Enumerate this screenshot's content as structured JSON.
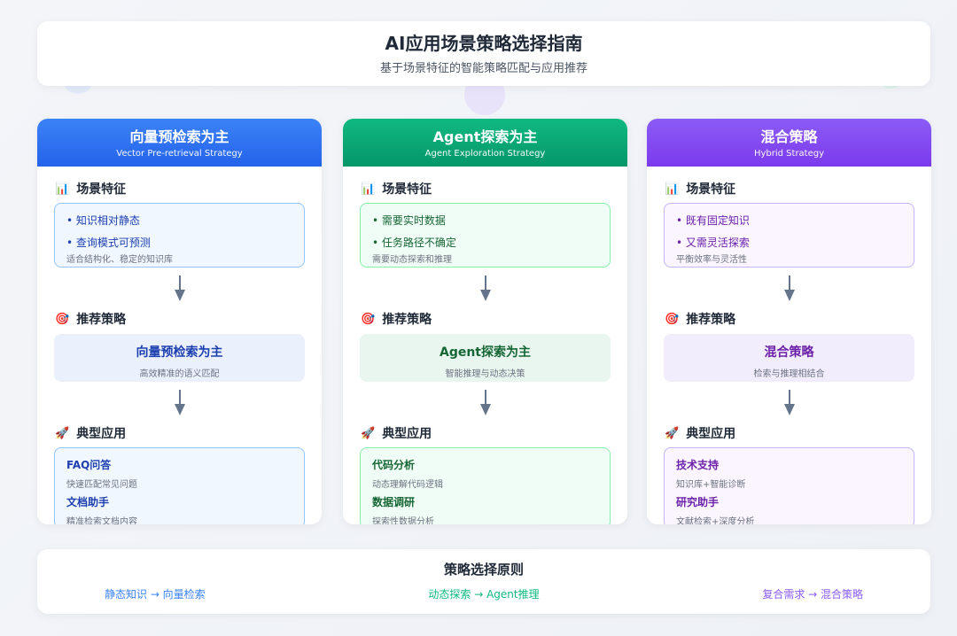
{
  "header": {
    "title": "AI应用场景策略选择指南",
    "subtitle": "基于场景特征的智能策略匹配与应用推荐"
  },
  "columns": [
    {
      "key": "vector",
      "title": "向量预检索为主",
      "subtitle": "Vector Pre-retrieval Strategy",
      "colors": {
        "head1": "#3b82f6",
        "head2": "#2563eb",
        "accent": "#1e40af",
        "border": "#93c5fd",
        "bg": "#f0f7ff",
        "recbg": "#eaf0fc"
      },
      "features_label": "场景特征",
      "features": [
        "知识相对静态",
        "查询模式可预测"
      ],
      "features_note": "适合结构化、稳定的知识库",
      "rec_label": "推荐策略",
      "rec_title": "向量预检索为主",
      "rec_desc": "高效精准的语义匹配",
      "apps_label": "典型应用",
      "apps": [
        {
          "name": "FAQ问答",
          "desc": "快速匹配常见问题"
        },
        {
          "name": "文档助手",
          "desc": "精准检索文档内容"
        }
      ]
    },
    {
      "key": "agent",
      "title": "Agent探索为主",
      "subtitle": "Agent Exploration Strategy",
      "colors": {
        "head1": "#10b981",
        "head2": "#059669",
        "accent": "#166534",
        "border": "#86efac",
        "bg": "#f0fdf6",
        "recbg": "#e8f6ef"
      },
      "features_label": "场景特征",
      "features": [
        "需要实时数据",
        "任务路径不确定"
      ],
      "features_note": "需要动态探索和推理",
      "rec_label": "推荐策略",
      "rec_title": "Agent探索为主",
      "rec_desc": "智能推理与动态决策",
      "apps_label": "典型应用",
      "apps": [
        {
          "name": "代码分析",
          "desc": "动态理解代码逻辑"
        },
        {
          "name": "数据调研",
          "desc": "探索性数据分析"
        }
      ]
    },
    {
      "key": "hybrid",
      "title": "混合策略",
      "subtitle": "Hybrid Strategy",
      "colors": {
        "head1": "#8b5cf6",
        "head2": "#7c3aed",
        "accent": "#6b21a8",
        "border": "#c4b5fd",
        "bg": "#faf5ff",
        "recbg": "#f2edfc"
      },
      "features_label": "场景特征",
      "features": [
        "既有固定知识",
        "又需灵活探索"
      ],
      "features_note": "平衡效率与灵活性",
      "rec_label": "推荐策略",
      "rec_title": "混合策略",
      "rec_desc": "检索与推理相结合",
      "apps_label": "典型应用",
      "apps": [
        {
          "name": "技术支持",
          "desc": "知识库+智能诊断"
        },
        {
          "name": "研究助手",
          "desc": "文献检索+深度分析"
        }
      ]
    }
  ],
  "icons": {
    "features": "bar-chart-icon",
    "rec": "target-icon",
    "apps": "rocket-icon",
    "arrow": "arrow-down-icon"
  },
  "footer": {
    "title": "策略选择原则",
    "rules": [
      {
        "text": "静态知识 → 向量检索",
        "color": "#3b82f6"
      },
      {
        "text": "动态探索 → Agent推理",
        "color": "#10b981"
      },
      {
        "text": "复合需求 → 混合策略",
        "color": "#8b5cf6"
      }
    ]
  }
}
